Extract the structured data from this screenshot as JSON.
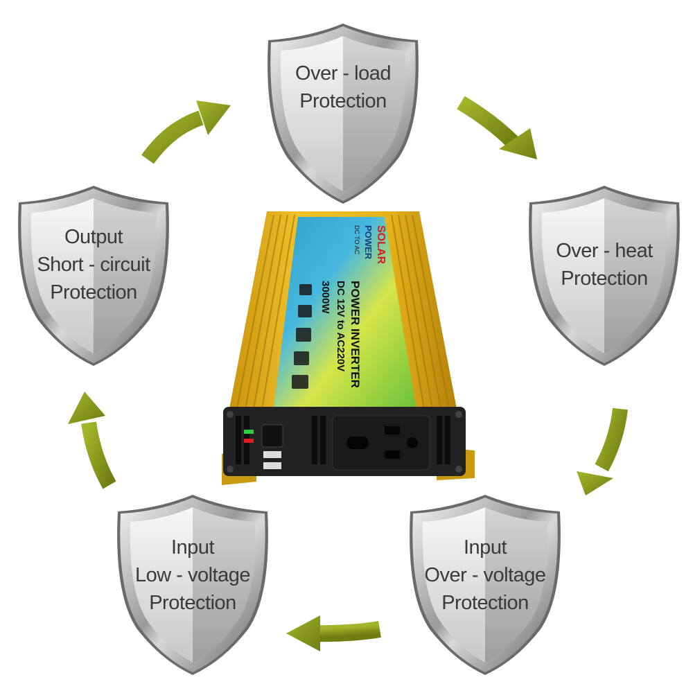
{
  "shields": {
    "overload": {
      "lines": [
        "Over - load",
        "Protection"
      ]
    },
    "overheat": {
      "lines": [
        "Over - heat",
        "Protection"
      ]
    },
    "input_overvoltage": {
      "lines": [
        "Input",
        "Over - voltage",
        "Protection"
      ]
    },
    "input_lowvoltage": {
      "lines": [
        "Input",
        "Low - voltage",
        "Protection"
      ]
    },
    "output_short": {
      "lines": [
        "Output",
        "Short - circuit",
        "Protection"
      ]
    }
  },
  "product": {
    "brand": "SOLAR",
    "brand_sub": "POWER",
    "brand_tag": "DC TO AC",
    "title": "POWER INVERTER",
    "spec": "DC 12V to AC220V",
    "wattage": "3000W"
  },
  "colors": {
    "arrow": "#8a9a1e",
    "housing": "#e6b21a",
    "shield_text": "#3a3a3a"
  }
}
